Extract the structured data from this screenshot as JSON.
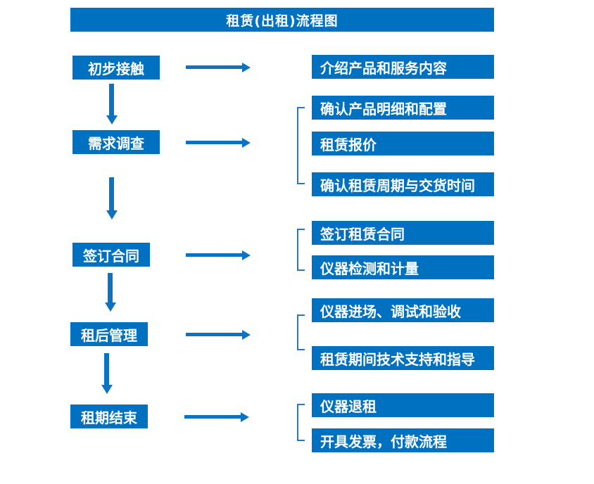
{
  "title": "租赁(出租)流程图",
  "colors": {
    "box_fill": "#0070C0",
    "arrow": "#0d72c2",
    "bracket": "#2e75b6",
    "text": "#ffffff",
    "background": "#ffffff"
  },
  "flow": {
    "steps": [
      {
        "label": "初步接触",
        "outputs": [
          "介绍产品和服务内容"
        ]
      },
      {
        "label": "需求调查",
        "outputs": [
          "确认产品明细和配置",
          "租赁报价",
          "确认租赁周期与交货时间"
        ]
      },
      {
        "label": "签订合同",
        "outputs": [
          "签订租赁合同",
          "仪器检测和计量"
        ]
      },
      {
        "label": "租后管理",
        "outputs": [
          "仪器进场、调试和验收",
          "租赁期间技术支持和指导"
        ]
      },
      {
        "label": "租期结束",
        "outputs": [
          "仪器退租",
          "开具发票，付款流程"
        ]
      }
    ]
  }
}
